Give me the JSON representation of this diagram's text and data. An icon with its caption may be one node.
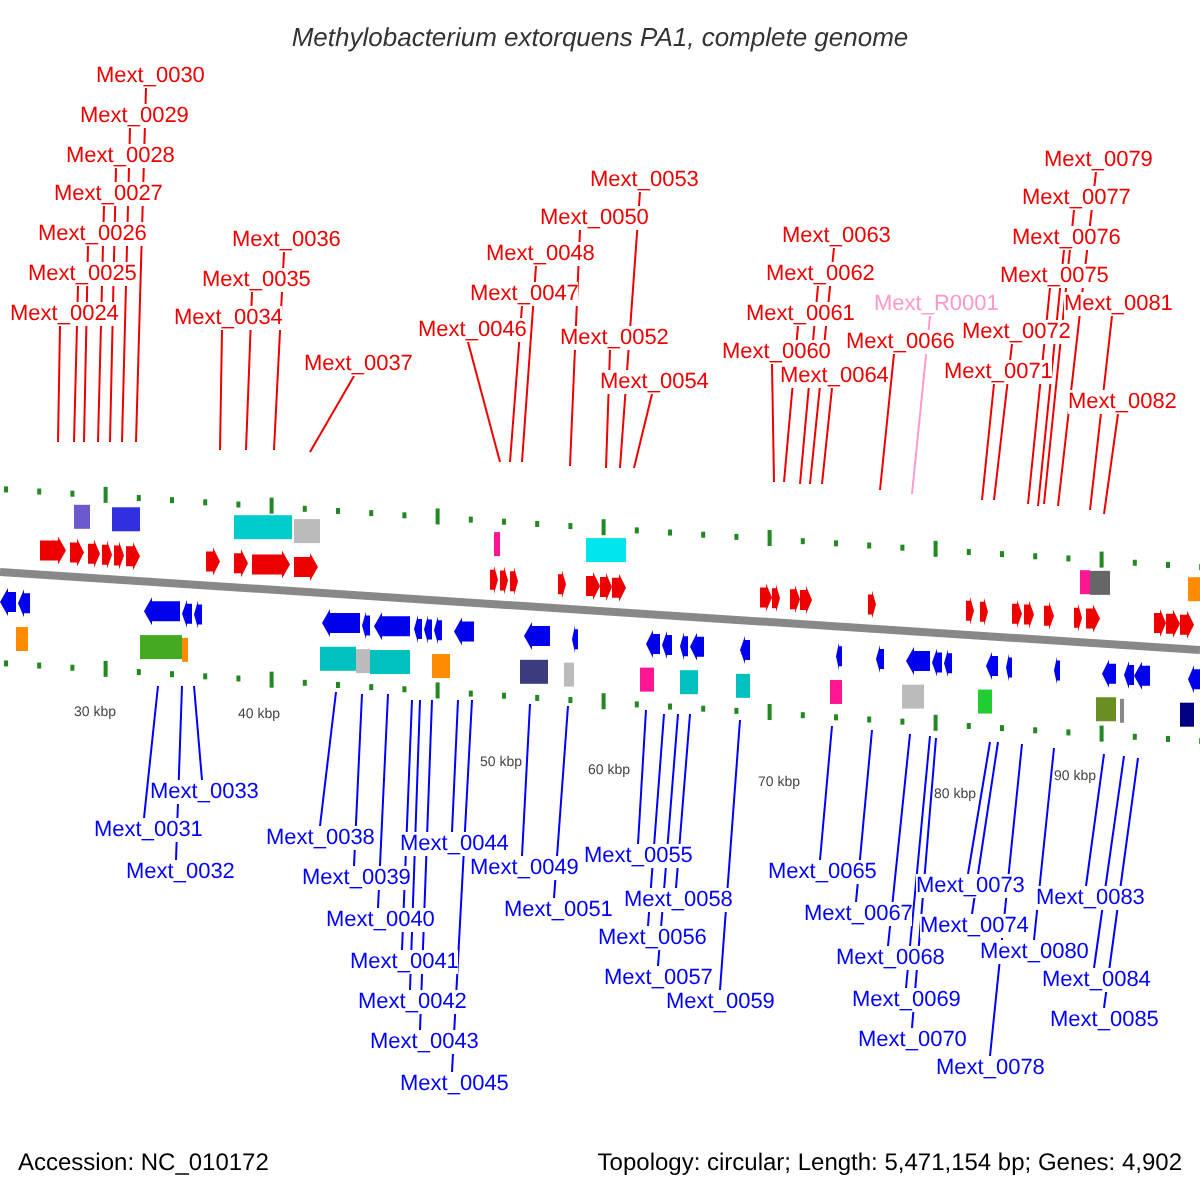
{
  "diagram": {
    "title": "Methylobacterium extorquens PA1, complete genome",
    "nodes": [
      {
        "text": [
          "Mext_0030"
        ]
      },
      {
        "text": [
          "Mext_0029"
        ]
      },
      {
        "text": [
          "Mext_0028"
        ]
      },
      {
        "text": [
          "Mext_0027"
        ]
      },
      {
        "text": [
          "Mext_0026"
        ]
      },
      {
        "text": [
          "Mext_0025"
        ]
      },
      {
        "text": [
          "Mext_0024"
        ]
      },
      {
        "text": [
          "Mext_0036"
        ]
      },
      {
        "text": [
          "Mext_0035"
        ]
      },
      {
        "text": [
          "Mext_0034"
        ]
      },
      {
        "text": [
          "Mext_0037"
        ]
      },
      {
        "text": [
          "Mext_0048"
        ]
      },
      {
        "text": [
          "Mext_0047"
        ]
      },
      {
        "text": [
          "Mext_0046"
        ]
      },
      {
        "text": [
          "Mext_0053"
        ]
      },
      {
        "text": [
          "Mext_0050"
        ]
      },
      {
        "text": [
          "Mext_0052"
        ]
      },
      {
        "text": [
          "Mext_0054"
        ]
      },
      {
        "text": [
          "Mext_0063"
        ]
      },
      {
        "text": [
          "Mext_0062"
        ]
      },
      {
        "text": [
          "Mext_0061"
        ]
      },
      {
        "text": [
          "Mext_0060"
        ]
      },
      {
        "text": [
          "Mext_0064"
        ]
      },
      {
        "text": [
          "Mext_R0001"
        ]
      },
      {
        "text": [
          "Mext_0066"
        ]
      },
      {
        "text": [
          "Mext_0079"
        ]
      },
      {
        "text": [
          "Mext_0077"
        ]
      },
      {
        "text": [
          "Mext_0076"
        ]
      },
      {
        "text": [
          "Mext_0075"
        ]
      },
      {
        "text": [
          "Mext_0081"
        ]
      },
      {
        "text": [
          "Mext_0072"
        ]
      },
      {
        "text": [
          "Mext_0071"
        ]
      },
      {
        "text": [
          "Mext_0082"
        ]
      },
      {
        "text": [
          "Mext_0033"
        ]
      },
      {
        "text": [
          "Mext_0031"
        ]
      },
      {
        "text": [
          "Mext_0032"
        ]
      },
      {
        "text": [
          "Mext_0038"
        ]
      },
      {
        "text": [
          "Mext_0044"
        ]
      },
      {
        "text": [
          "Mext_0039"
        ]
      },
      {
        "text": [
          "Mext_0040"
        ]
      },
      {
        "text": [
          "Mext_0041"
        ]
      },
      {
        "text": [
          "Mext_0042"
        ]
      },
      {
        "text": [
          "Mext_0043"
        ]
      },
      {
        "text": [
          "Mext_0045"
        ]
      },
      {
        "text": [
          "Mext_0049"
        ]
      },
      {
        "text": [
          "Mext_0051"
        ]
      },
      {
        "text": [
          "Mext_0055"
        ]
      },
      {
        "text": [
          "Mext_0058"
        ]
      },
      {
        "text": [
          "Mext_0056"
        ]
      },
      {
        "text": [
          "Mext_0057"
        ]
      },
      {
        "text": [
          "Mext_0059"
        ]
      },
      {
        "text": [
          "Mext_0065"
        ]
      },
      {
        "text": [
          "Mext_0067"
        ]
      },
      {
        "text": [
          "Mext_0068"
        ]
      },
      {
        "text": [
          "Mext_0069"
        ]
      },
      {
        "text": [
          "Mext_0070"
        ]
      },
      {
        "text": [
          "Mext_0073"
        ]
      },
      {
        "text": [
          "Mext_0074"
        ]
      },
      {
        "text": [
          "Mext_0080"
        ]
      },
      {
        "text": [
          "Mext_0078"
        ]
      },
      {
        "text": [
          "Mext_0083"
        ]
      },
      {
        "text": [
          "Mext_0084"
        ]
      },
      {
        "text": [
          "Mext_0085"
        ]
      }
    ],
    "edges": [
      {
        "from": 0,
        "to": null,
        "arrow": "none"
      },
      {
        "from": 1,
        "to": null,
        "arrow": "none"
      },
      {
        "from": 2,
        "to": null,
        "arrow": "none"
      },
      {
        "from": 3,
        "to": null,
        "arrow": "none"
      },
      {
        "from": 4,
        "to": null,
        "arrow": "none"
      },
      {
        "from": 5,
        "to": null,
        "arrow": "none"
      },
      {
        "from": 6,
        "to": null,
        "arrow": "none"
      },
      {
        "from": 7,
        "to": null,
        "arrow": "none"
      },
      {
        "from": 8,
        "to": null,
        "arrow": "none"
      },
      {
        "from": 9,
        "to": null,
        "arrow": "none"
      },
      {
        "from": 10,
        "to": null,
        "arrow": "none"
      },
      {
        "from": 11,
        "to": null,
        "arrow": "none"
      },
      {
        "from": 12,
        "to": null,
        "arrow": "none"
      },
      {
        "from": 13,
        "to": null,
        "arrow": "none"
      },
      {
        "from": 14,
        "to": null,
        "arrow": "none"
      },
      {
        "from": 15,
        "to": null,
        "arrow": "none"
      },
      {
        "from": 16,
        "to": null,
        "arrow": "none"
      },
      {
        "from": 17,
        "to": null,
        "arrow": "none"
      },
      {
        "from": 18,
        "to": null,
        "arrow": "none"
      },
      {
        "from": 19,
        "to": null,
        "arrow": "none"
      },
      {
        "from": 20,
        "to": null,
        "arrow": "none"
      },
      {
        "from": 21,
        "to": null,
        "arrow": "none"
      },
      {
        "from": 22,
        "to": null,
        "arrow": "none"
      },
      {
        "from": 23,
        "to": null,
        "arrow": "none",
        "color": "#ff99cc"
      },
      {
        "from": 24,
        "to": null,
        "arrow": "none"
      },
      {
        "from": 25,
        "to": null,
        "arrow": "none"
      },
      {
        "from": 26,
        "to": null,
        "arrow": "none"
      },
      {
        "from": 27,
        "to": null,
        "arrow": "none"
      },
      {
        "from": 28,
        "to": null,
        "arrow": "none"
      },
      {
        "from": 29,
        "to": null,
        "arrow": "none"
      },
      {
        "from": 30,
        "to": null,
        "arrow": "none"
      },
      {
        "from": 31,
        "to": null,
        "arrow": "none"
      },
      {
        "from": 32,
        "to": null,
        "arrow": "none"
      },
      {
        "from": 33,
        "to": null,
        "arrow": "none",
        "color": "#0000ff"
      },
      {
        "from": 34,
        "to": null,
        "arrow": "none",
        "color": "#0000ff"
      },
      {
        "from": 35,
        "to": null,
        "arrow": "none",
        "color": "#0000ff"
      },
      {
        "from": 36,
        "to": null,
        "arrow": "none",
        "color": "#0000ff"
      },
      {
        "from": 37,
        "to": null,
        "arrow": "none",
        "color": "#0000ff"
      },
      {
        "from": 38,
        "to": null,
        "arrow": "none",
        "color": "#0000ff"
      },
      {
        "from": 39,
        "to": null,
        "arrow": "none",
        "color": "#0000ff"
      },
      {
        "from": 40,
        "to": null,
        "arrow": "none",
        "color": "#0000ff"
      },
      {
        "from": 41,
        "to": null,
        "arrow": "none",
        "color": "#0000ff"
      },
      {
        "from": 42,
        "to": null,
        "arrow": "none",
        "color": "#0000ff"
      },
      {
        "from": 43,
        "to": null,
        "arrow": "none",
        "color": "#0000ff"
      },
      {
        "from": 44,
        "to": null,
        "arrow": "none",
        "color": "#0000ff"
      },
      {
        "from": 45,
        "to": null,
        "arrow": "none",
        "color": "#0000ff"
      },
      {
        "from": 46,
        "to": null,
        "arrow": "none",
        "color": "#0000ff"
      },
      {
        "from": 47,
        "to": null,
        "arrow": "none",
        "color": "#0000ff"
      },
      {
        "from": 48,
        "to": null,
        "arrow": "none",
        "color": "#0000ff"
      },
      {
        "from": 49,
        "to": null,
        "arrow": "none",
        "color": "#0000ff"
      },
      {
        "from": 50,
        "to": null,
        "arrow": "none",
        "color": "#0000ff"
      },
      {
        "from": 51,
        "to": null,
        "arrow": "none",
        "color": "#0000ff"
      },
      {
        "from": 52,
        "to": null,
        "arrow": "none",
        "color": "#0000ff"
      },
      {
        "from": 53,
        "to": null,
        "arrow": "none",
        "color": "#0000ff"
      },
      {
        "from": 54,
        "to": null,
        "arrow": "none",
        "color": "#0000ff"
      },
      {
        "from": 55,
        "to": null,
        "arrow": "none",
        "color": "#0000ff"
      },
      {
        "from": 56,
        "to": null,
        "arrow": "none",
        "color": "#0000ff"
      },
      {
        "from": 57,
        "to": null,
        "arrow": "none",
        "color": "#0000ff"
      },
      {
        "from": 58,
        "to": null,
        "arrow": "none",
        "color": "#0000ff"
      },
      {
        "from": 59,
        "to": null,
        "arrow": "none",
        "color": "#0000ff"
      },
      {
        "from": 60,
        "to": null,
        "arrow": "none",
        "color": "#0000ff"
      },
      {
        "from": 61,
        "to": null,
        "arrow": "none",
        "color": "#0000ff"
      },
      {
        "from": 62,
        "to": null,
        "arrow": "none",
        "color": "#0000ff"
      }
    ],
    "labels": [
      "30 kbp",
      "40 kbp",
      "50 kbp",
      "60 kbp",
      "70 kbp",
      "80 kbp",
      "90 kbp",
      "Accession: NC_010172",
      "Topology: circular; Length: 5,471,154 bp; Genes: 4,902"
    ]
  }
}
